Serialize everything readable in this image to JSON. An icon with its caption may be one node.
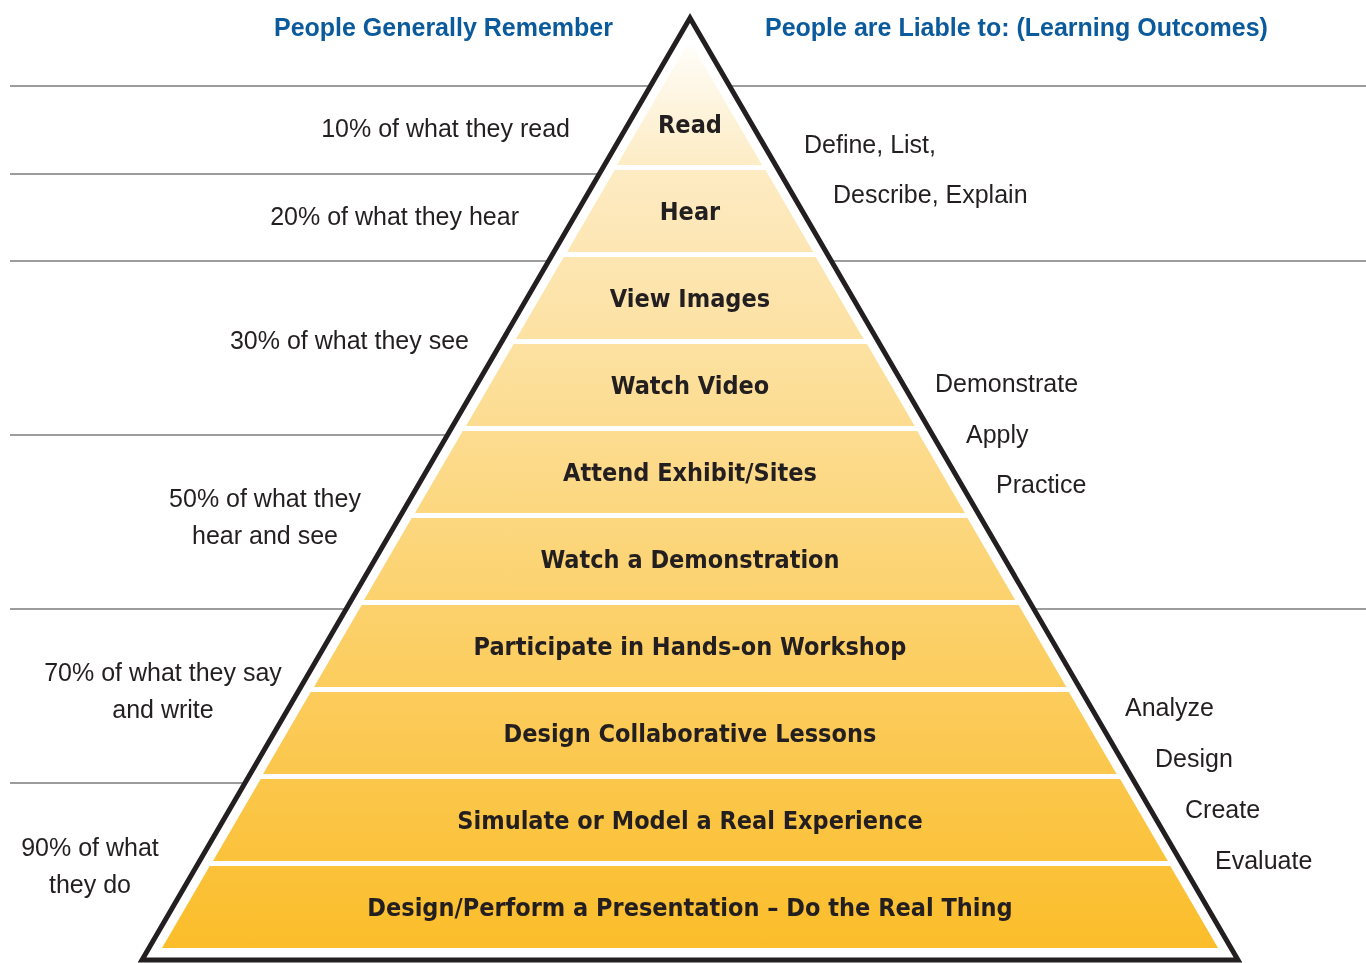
{
  "diagram": {
    "nodes": [
      {
        "text": [
          "Read"
        ]
      },
      {
        "text": [
          "Hear"
        ]
      },
      {
        "text": [
          "View Images"
        ]
      },
      {
        "text": [
          "Watch Video"
        ]
      },
      {
        "text": [
          "Attend Exhibit/Sites"
        ]
      },
      {
        "text": [
          "Watch a Demonstration"
        ]
      },
      {
        "text": [
          "Participate in Hands-on Workshop"
        ]
      },
      {
        "text": [
          "Design Collaborative Lessons"
        ]
      },
      {
        "text": [
          "Simulate or Model a Real Experience"
        ]
      },
      {
        "text": [
          "Design/Perform a Presentation – Do the Real Thing"
        ]
      }
    ],
    "labels": [
      "People Generally Remember",
      "People are Liable to: (Learning Outcomes)",
      "10% of what they read",
      "Define, List,",
      "20% of what they hear",
      "Describe, Explain",
      "30% of what they see",
      "Demonstrate",
      "Apply",
      "50% of what they hear and see",
      "Practice",
      "70% of what they say and write",
      "Analyze",
      "Design",
      "Create",
      "90% of what they do",
      "Evaluate"
    ]
  }
}
